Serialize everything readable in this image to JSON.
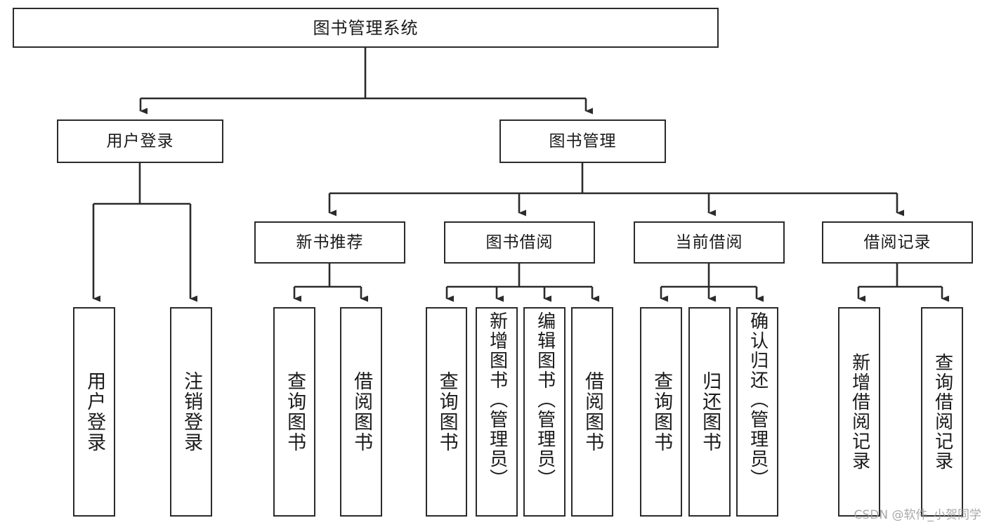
{
  "diagram": {
    "title": "图书管理系统",
    "watermark": "CSDN @软件_小贺同学",
    "colors": {
      "stroke": "#2b2b2b",
      "fill": "#ffffff",
      "text": "#1a1a1a",
      "watermark": "#9a9a9a"
    },
    "nodes": {
      "root": {
        "label": "图书管理系统"
      },
      "user_login": {
        "label": "用户登录"
      },
      "book_mgmt": {
        "label": "图书管理"
      },
      "new_rec": {
        "label": "新书推荐"
      },
      "book_borrow": {
        "label": "图书借阅"
      },
      "cur_borrow": {
        "label": "当前借阅"
      },
      "borrow_log": {
        "label": "借阅记录"
      },
      "leaf_user_login": {
        "label": "用户登录"
      },
      "leaf_user_logout": {
        "label": "注销登录"
      },
      "leaf_nr_query": {
        "label": "查询图书"
      },
      "leaf_nr_borrow": {
        "label": "借阅图书"
      },
      "leaf_bb_query": {
        "label": "查询图书"
      },
      "leaf_bb_add": {
        "label": "新增图书（管理员）"
      },
      "leaf_bb_edit": {
        "label": "编辑图书（管理员）"
      },
      "leaf_bb_borrow": {
        "label": "借阅图书"
      },
      "leaf_cb_query": {
        "label": "查询图书"
      },
      "leaf_cb_return": {
        "label": "归还图书"
      },
      "leaf_cb_confirm": {
        "label": "确认归还（管理员）"
      },
      "leaf_bl_add": {
        "label": "新增借阅记录"
      },
      "leaf_bl_query": {
        "label": "查询借阅记录"
      }
    }
  }
}
